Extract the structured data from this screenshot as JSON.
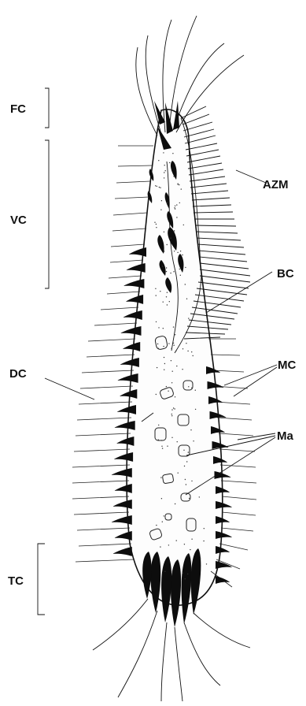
{
  "figure": {
    "labels": {
      "fc": "FC",
      "vc": "VC",
      "dc": "DC",
      "tc": "TC",
      "azm": "AZM",
      "bc": "BC",
      "mc": "MC",
      "ma": "Ma"
    }
  }
}
